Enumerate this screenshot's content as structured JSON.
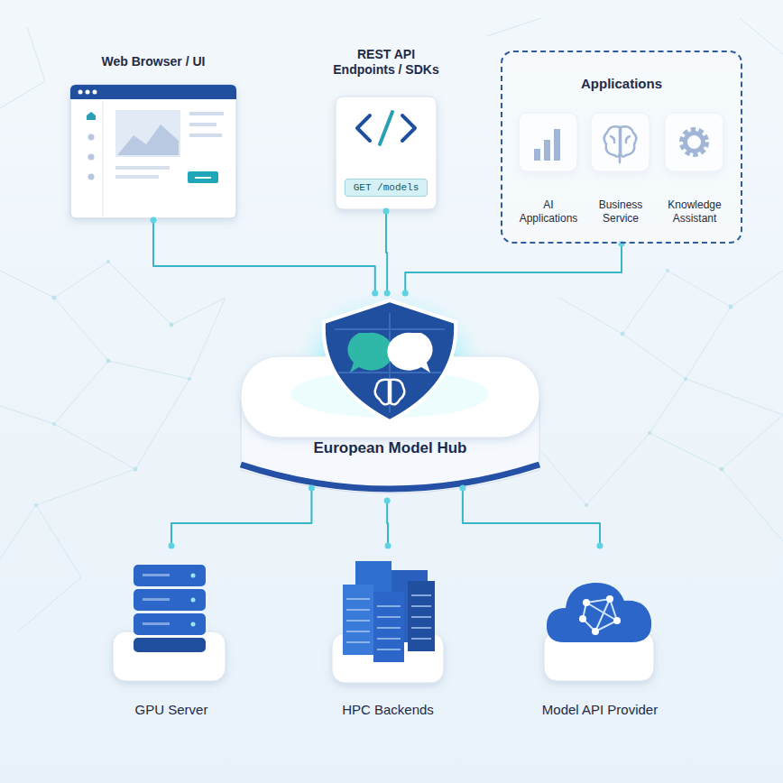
{
  "diagram": {
    "nodes": [
      {
        "text": [
          "Web Browser / UI"
        ]
      },
      {
        "text": [
          "REST API Endpoints / SDKs",
          "GET /models"
        ]
      },
      {
        "text": [
          "Applications"
        ]
      },
      {
        "text": [
          "AI Applications"
        ],
        "in": 2
      },
      {
        "text": [
          "Business Service"
        ],
        "in": 2
      },
      {
        "text": [
          "Knowledge Assistant"
        ],
        "in": 2
      },
      {
        "text": [
          "European Model Hub"
        ]
      },
      {
        "text": [
          "GPU Server"
        ]
      },
      {
        "text": [
          "HPC Backends"
        ]
      },
      {
        "text": [
          "Model API Provider"
        ]
      }
    ],
    "edges": [
      {
        "from": 0,
        "to": 6,
        "arrow": "none"
      },
      {
        "from": 1,
        "to": 6,
        "arrow": "none"
      },
      {
        "from": 2,
        "to": 6,
        "arrow": "none"
      },
      {
        "from": 6,
        "to": 7,
        "arrow": "none"
      },
      {
        "from": 6,
        "to": 8,
        "arrow": "none"
      },
      {
        "from": 6,
        "to": 9,
        "arrow": "none"
      }
    ]
  }
}
